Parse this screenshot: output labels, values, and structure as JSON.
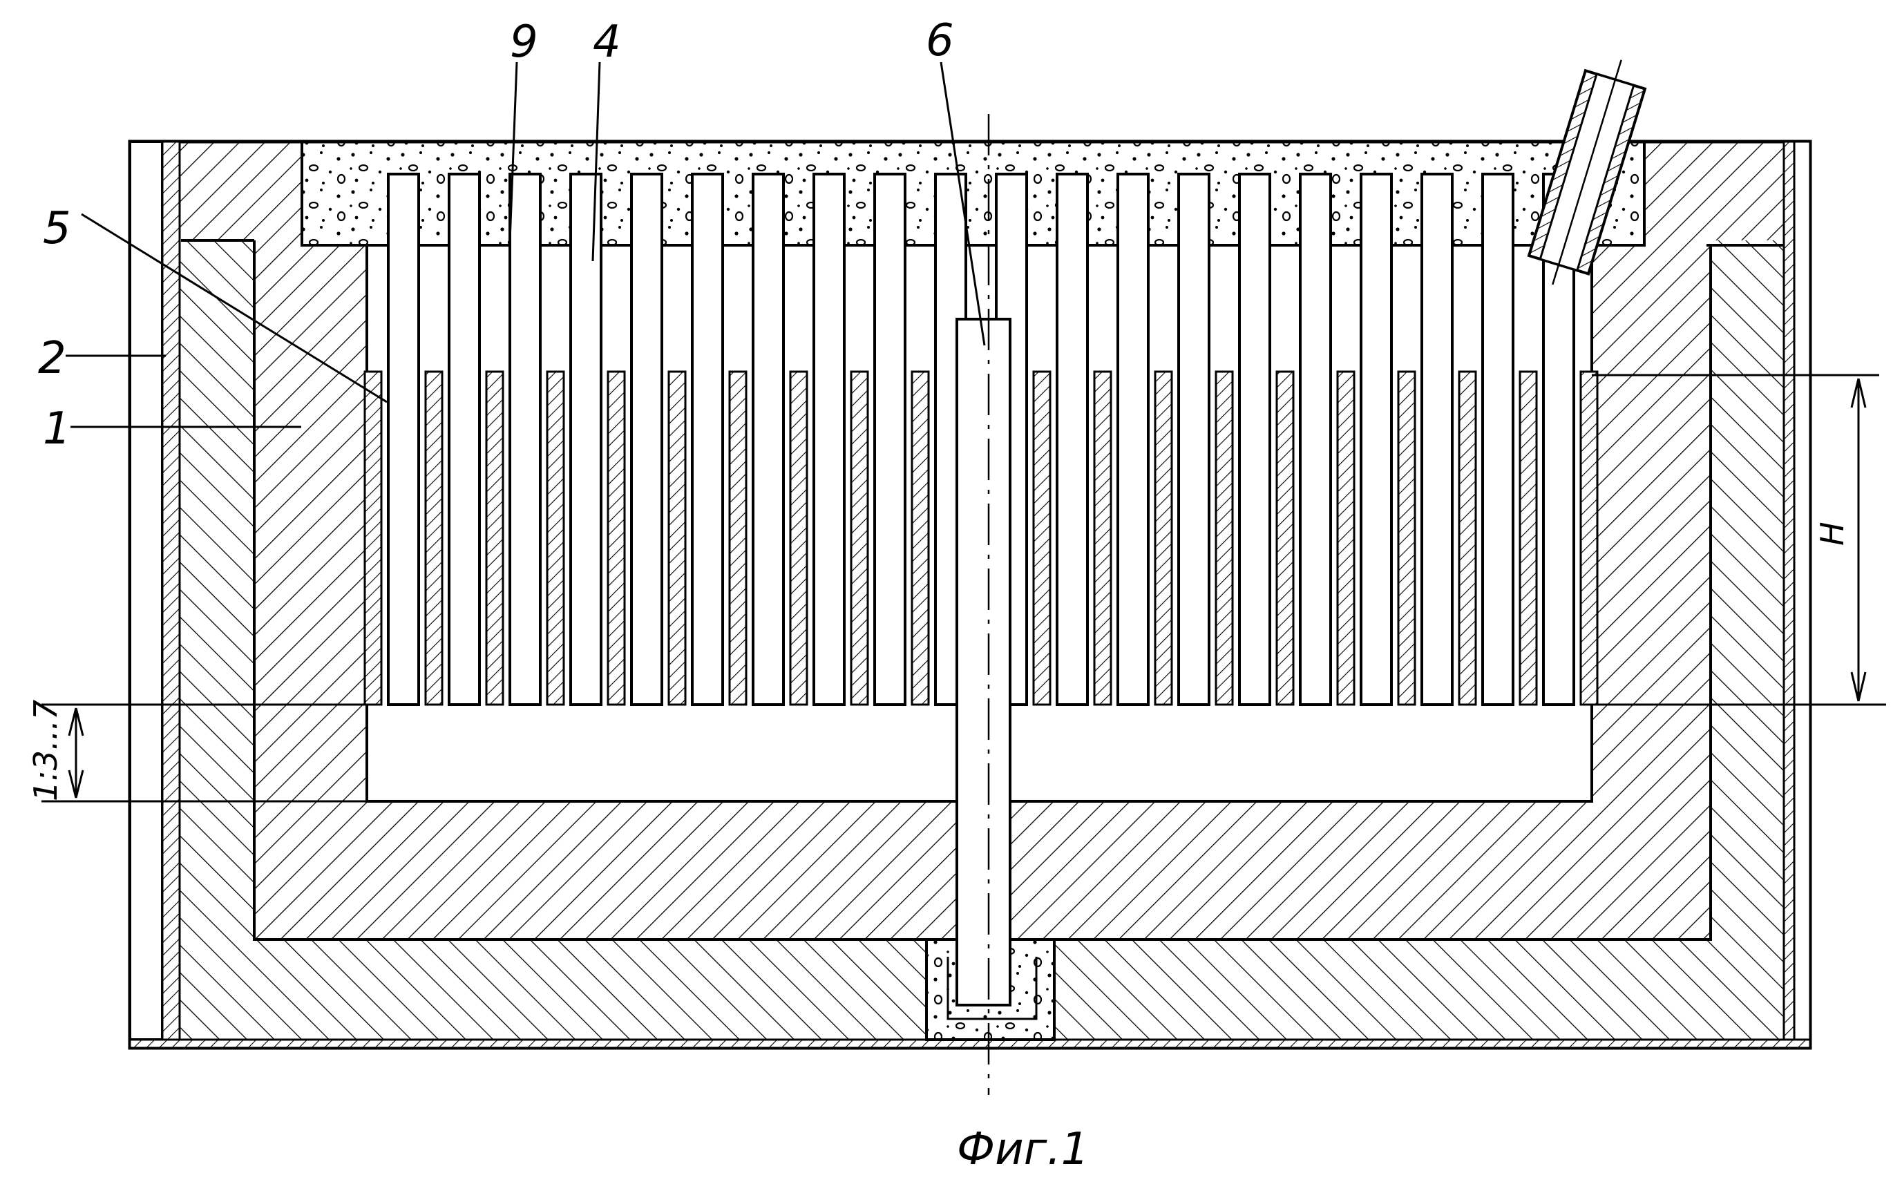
{
  "figure": {
    "caption": "Фиг.1",
    "labels": {
      "l9": "9",
      "l4": "4",
      "l6": "6",
      "l5": "5",
      "l2": "2",
      "l1": "1",
      "dim_height": "H",
      "dim_gap": "1:3...7"
    },
    "anode_count": 20,
    "cathode_count": 21,
    "colors": {
      "line": "#000000",
      "background": "#ffffff"
    }
  }
}
